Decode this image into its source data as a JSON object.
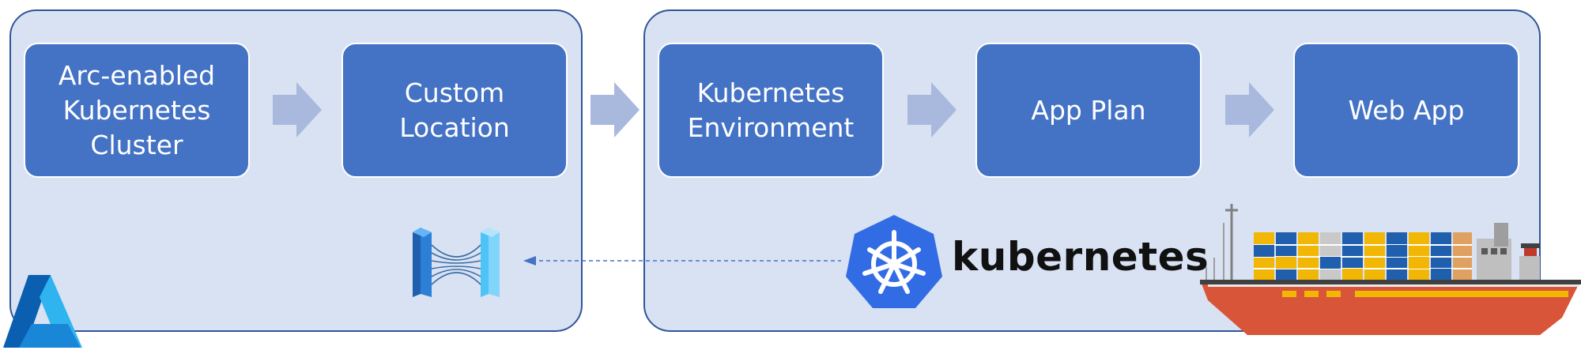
{
  "diagram": {
    "boxes": [
      {
        "id": "arc",
        "label": "Arc-enabled\nKubernetes\nCluster"
      },
      {
        "id": "custom",
        "label": "Custom\nLocation"
      },
      {
        "id": "kenv",
        "label": "Kubernetes\nEnvironment"
      },
      {
        "id": "plan",
        "label": "App Plan"
      },
      {
        "id": "web",
        "label": "Web App"
      }
    ],
    "kubernetes_wordmark": "kubernetes"
  },
  "colors": {
    "panel_fill": "#d9e2f3",
    "panel_border": "#2f5597",
    "box_fill": "#4472c4",
    "arrow_fill": "#a9b9dd",
    "kubernetes_blue": "#326ce5",
    "ship_hull": "#d9553a"
  },
  "icons": [
    "custom-location-icon",
    "kubernetes-logo-icon",
    "container-ship-icon",
    "azure-logo-icon",
    "arrow-right-icon"
  ]
}
